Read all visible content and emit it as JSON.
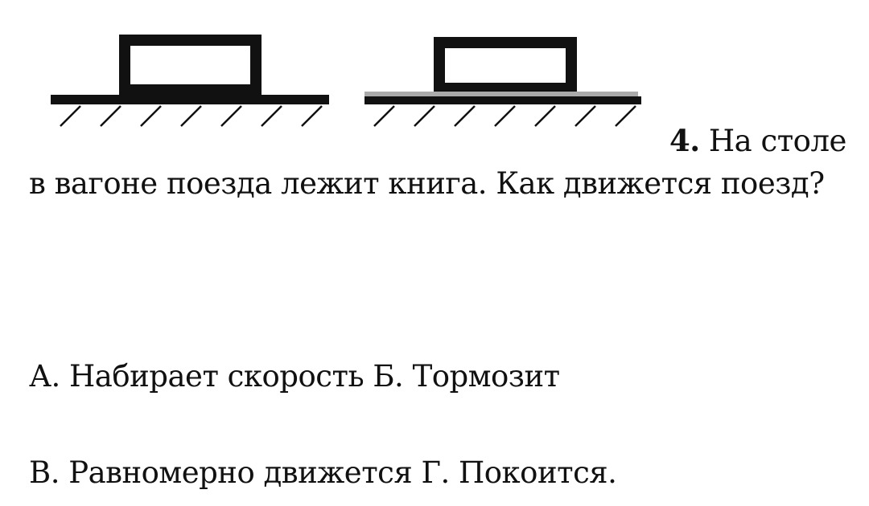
{
  "question": {
    "number": "4.",
    "line1": "На столе",
    "line2": "в вагоне поезда лежит книга. Как движется поезд?"
  },
  "options": {
    "row1": "А. Набирает скорость Б. Тормозит",
    "row2": "В. Равномерно движется Г. Покоится."
  },
  "colors": {
    "ink": "#111111",
    "gray_layer": "#aaaaaa",
    "background": "#ffffff"
  }
}
